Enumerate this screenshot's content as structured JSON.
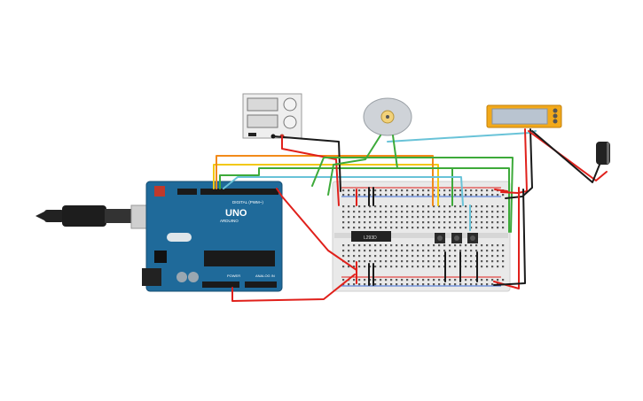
{
  "arduino": {
    "brand": "ARDUINO",
    "model": "UNO",
    "digital_header_label": "DIGITAL (PWM~)",
    "power_header_label": "POWER",
    "analog_header_label": "ANALOG IN",
    "board_color": "#1f6a9a"
  },
  "ic": {
    "label": "L293D"
  },
  "colors": {
    "wire_red": "#e0201b",
    "wire_black": "#1a1a1a",
    "wire_orange": "#f28a1a",
    "wire_yellow": "#f2c812",
    "wire_green": "#3daa3a",
    "wire_cyan": "#69c3d8",
    "breadboard": "#e9e9e9",
    "lcd_frame": "#f2a91a",
    "lcd_screen": "#b9c4d0"
  },
  "components": {
    "usb_cable": "usb-cable-icon",
    "power_supply": "power-supply-icon",
    "dc_motor": "dc-motor-icon",
    "lcd": "lcd-display-icon",
    "capacitor": "capacitor-icon",
    "push_buttons": "push-button-icon"
  }
}
